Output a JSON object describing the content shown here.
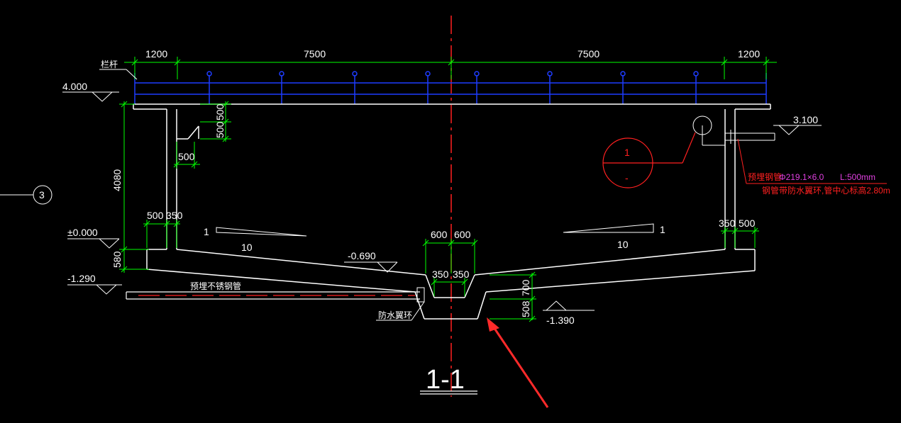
{
  "drawing": {
    "section_title": "1-1",
    "axis_bubble": "3",
    "top_dims": [
      "1200",
      "7500",
      "7500",
      "1200"
    ],
    "railing_label": "栏杆",
    "levels": {
      "top_left": "4.000",
      "zero": "±0.000",
      "bottom_left": "-1.290",
      "right": "3.100",
      "sump_top": "-0.690",
      "sump_bottom": "-1.390"
    },
    "height_dim_left": "4080",
    "height_dim_580": "580",
    "wall_dims": {
      "corbel_h1": "500",
      "corbel_h2": "500",
      "corbel_w": "500",
      "left_base_a": "500",
      "left_base_b": "350",
      "right_base_a": "350",
      "right_base_b": "500"
    },
    "sump_dims": {
      "top_left": "600",
      "top_right": "600",
      "bottom_left": "350",
      "bottom_right": "350",
      "depth_upper": "700",
      "depth_lower": "508"
    },
    "slopes": {
      "left_ratio_top": "1",
      "left_ratio_run": "10",
      "right_ratio_top": "1",
      "right_ratio_run": "10"
    },
    "detail_bubble": {
      "number": "1",
      "sheet": "-"
    },
    "pipe_note": "预埋钢管",
    "pipe_spec": "Φ219.1×6.0",
    "pipe_length": "L:500mm",
    "pipe_note2": "钢管带防水翼环,管中心标高2.80m",
    "embedded_pipe": "预埋不锈钢管",
    "waterstop_ring": "防水翼环"
  },
  "colors": {
    "background": "#000000",
    "outline": "#ffffff",
    "dimension": "#00ff00",
    "railing": "#1e3cff",
    "centerline": "#ff2020",
    "annotation": "#ff2020",
    "spec": "#e040e0",
    "arrow": "#ff2a2a"
  }
}
